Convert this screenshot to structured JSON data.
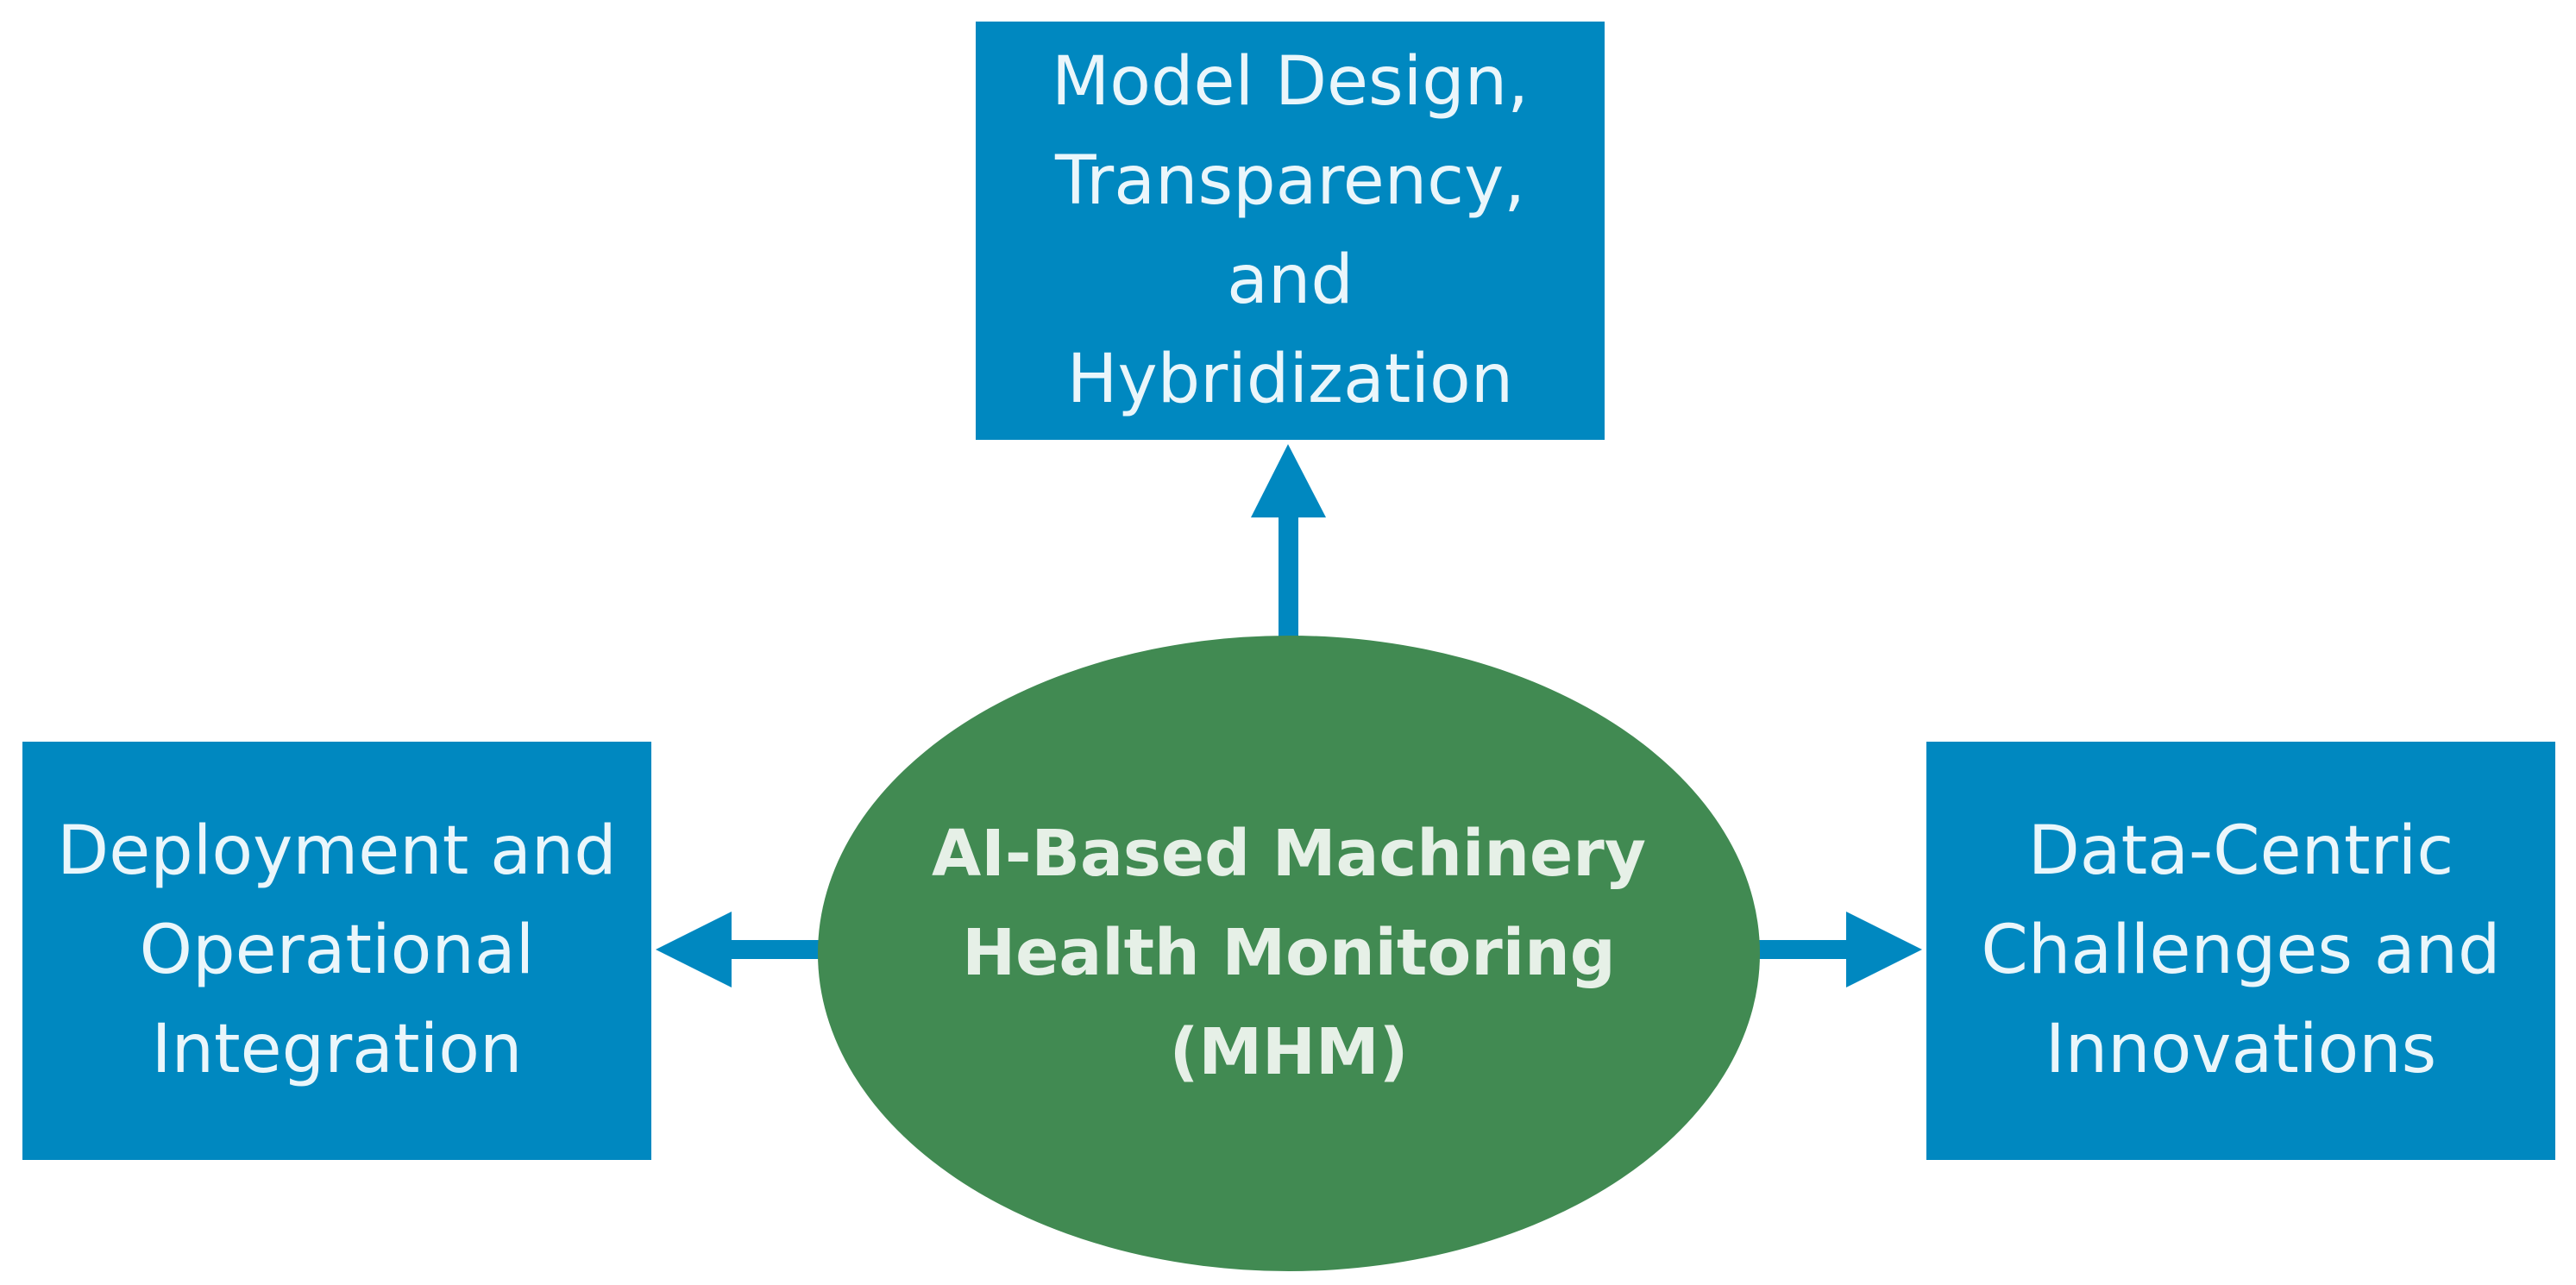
{
  "diagram": {
    "center": {
      "lines": [
        "AI-Based Machinery",
        "Health Monitoring",
        "(MHM)"
      ]
    },
    "top_box": {
      "lines": [
        "Model Design,",
        "Transparency,",
        "and",
        "Hybridization"
      ]
    },
    "left_box": {
      "lines": [
        "Deployment and",
        "Operational",
        "Integration"
      ]
    },
    "right_box": {
      "lines": [
        "Data-Centric",
        "Challenges and",
        "Innovations"
      ]
    },
    "colors": {
      "box_fill": "#0088c0",
      "center_fill": "#418a52",
      "arrow": "#0088c0",
      "text": "#ffffff"
    }
  }
}
